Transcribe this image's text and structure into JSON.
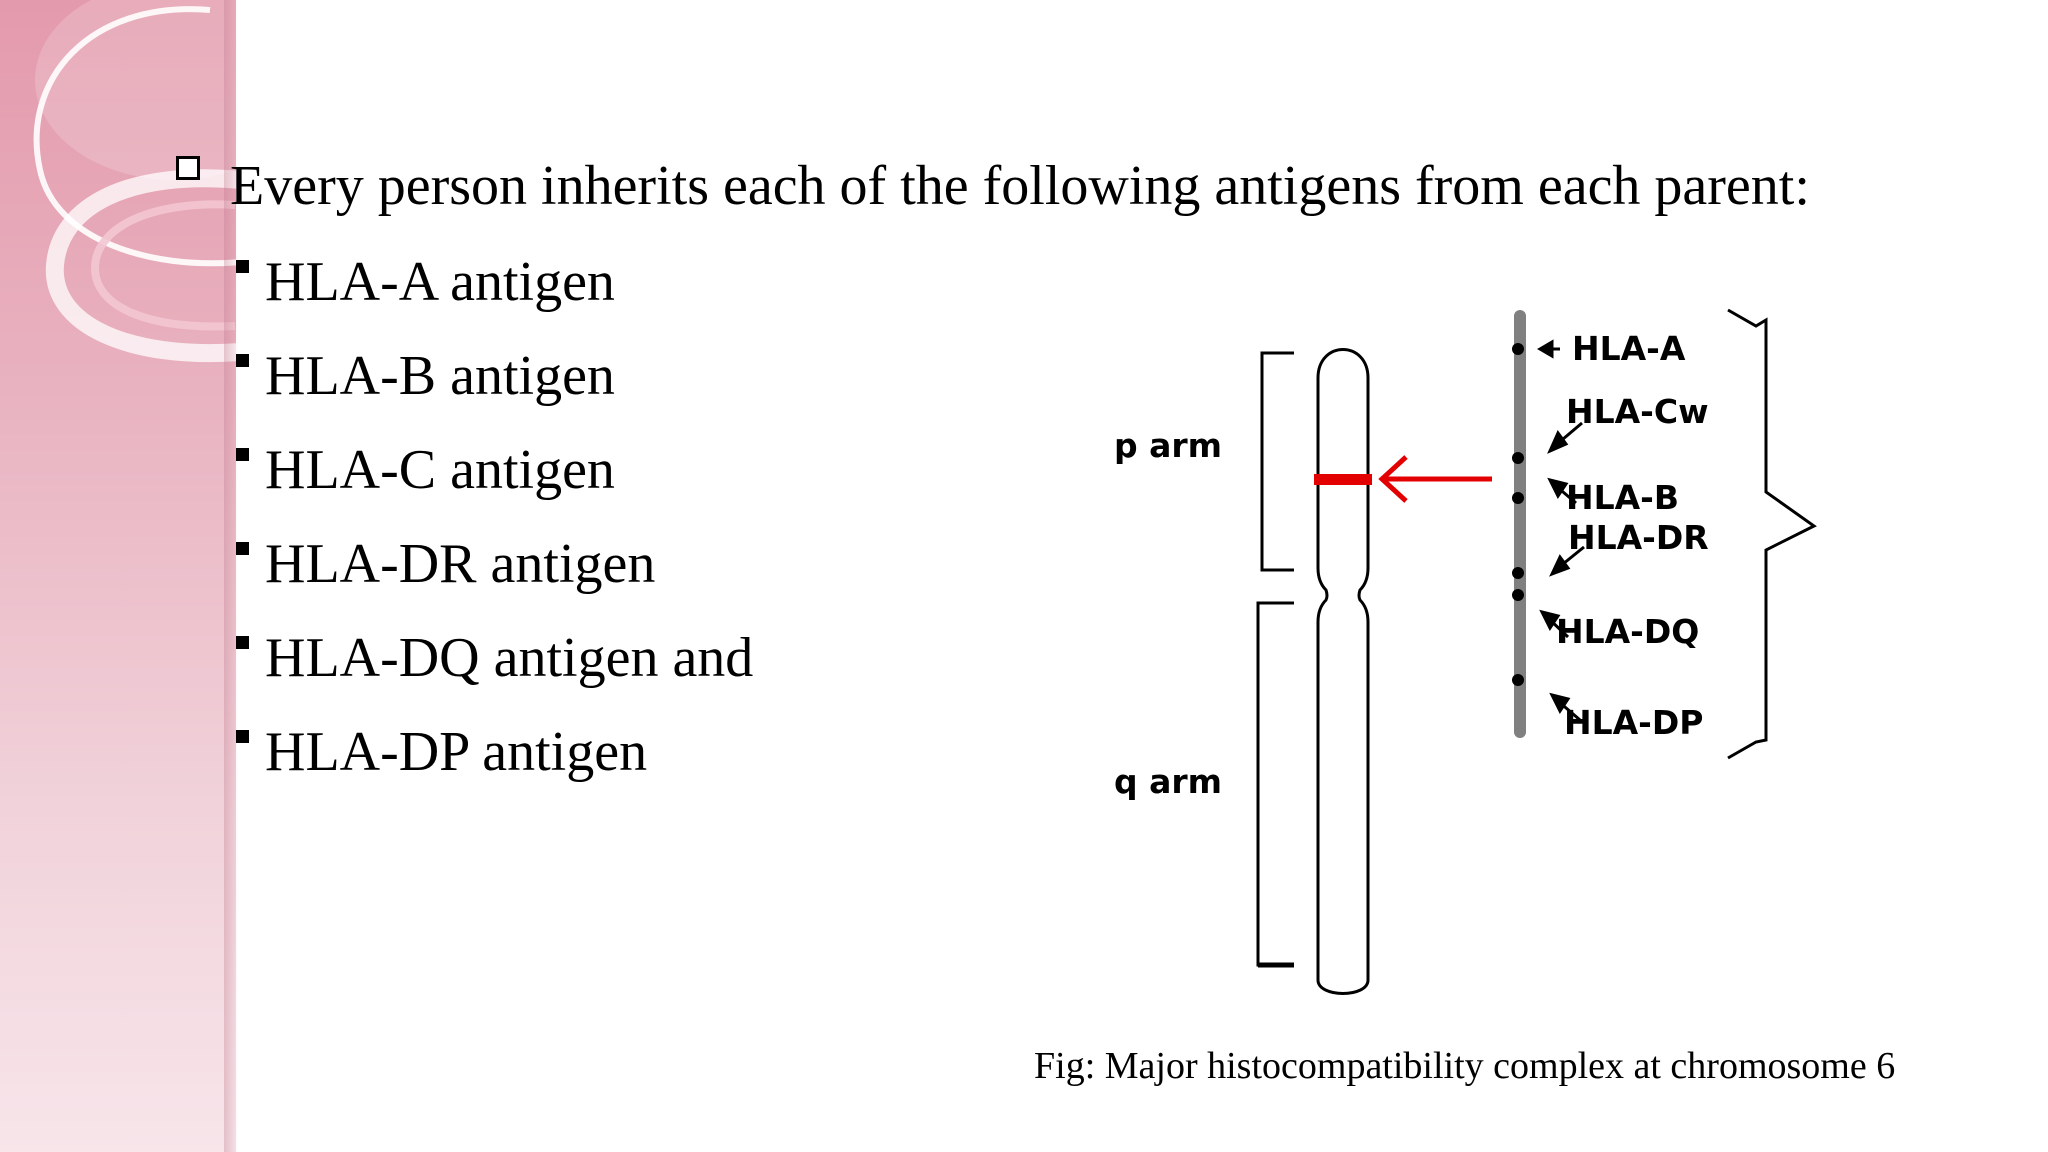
{
  "slide": {
    "main_bullet": "Every person inherits each of the following antigens from each parent:",
    "sub_bullets": [
      "HLA-A antigen",
      "HLA-B antigen",
      "HLA-C antigen",
      "HLA-DR antigen",
      "HLA-DQ antigen and",
      "HLA-DP antigen"
    ]
  },
  "figure": {
    "p_arm_label": "p arm",
    "q_arm_label": "q arm",
    "gene_labels": [
      "HLA-A",
      "HLA-Cw",
      "HLA-B",
      "HLA-DR",
      "HLA-DQ",
      "HLA-DP"
    ],
    "highlight_color": "#e30000",
    "caption": "Fig: Major histocompatibility complex at chromosome 6"
  }
}
